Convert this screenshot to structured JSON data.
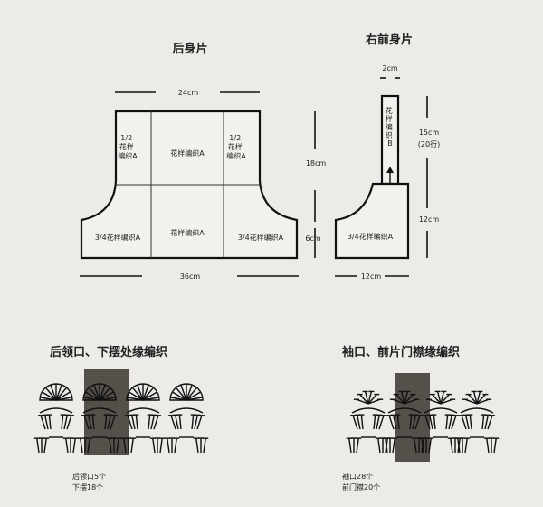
{
  "back_piece": {
    "title": "后身片",
    "width_top": "24cm",
    "width_bottom": "36cm",
    "height_upper": "18cm",
    "height_lower": "6cm",
    "cells": {
      "top_left": [
        "1/2",
        "花样",
        "编织A"
      ],
      "top_center": "花样编织A",
      "top_right": [
        "1/2",
        "花样",
        "编织A"
      ],
      "bottom_left": "3/4花样编织A",
      "bottom_center": "花样编织A",
      "bottom_right": "3/4花样编织A"
    }
  },
  "front_piece": {
    "title": "右前身片",
    "strap_width": "2cm",
    "strap_height": "15cm",
    "strap_rows": "(20行)",
    "body_height": "12cm",
    "width_bottom": "12cm",
    "strap_label": [
      "花",
      "样",
      "编",
      "织",
      "B"
    ],
    "body_label": "3/4花样编织A"
  },
  "edging_left": {
    "title": "后领口、下摆处缘编织",
    "notes": [
      "后领口5个",
      "下摆18个"
    ]
  },
  "edging_right": {
    "title": "袖口、前片门襟缘编织",
    "notes": [
      "袖口28个",
      "前门襟20个"
    ]
  },
  "colors": {
    "repeat_highlight": "#555049",
    "line": "#111111"
  }
}
